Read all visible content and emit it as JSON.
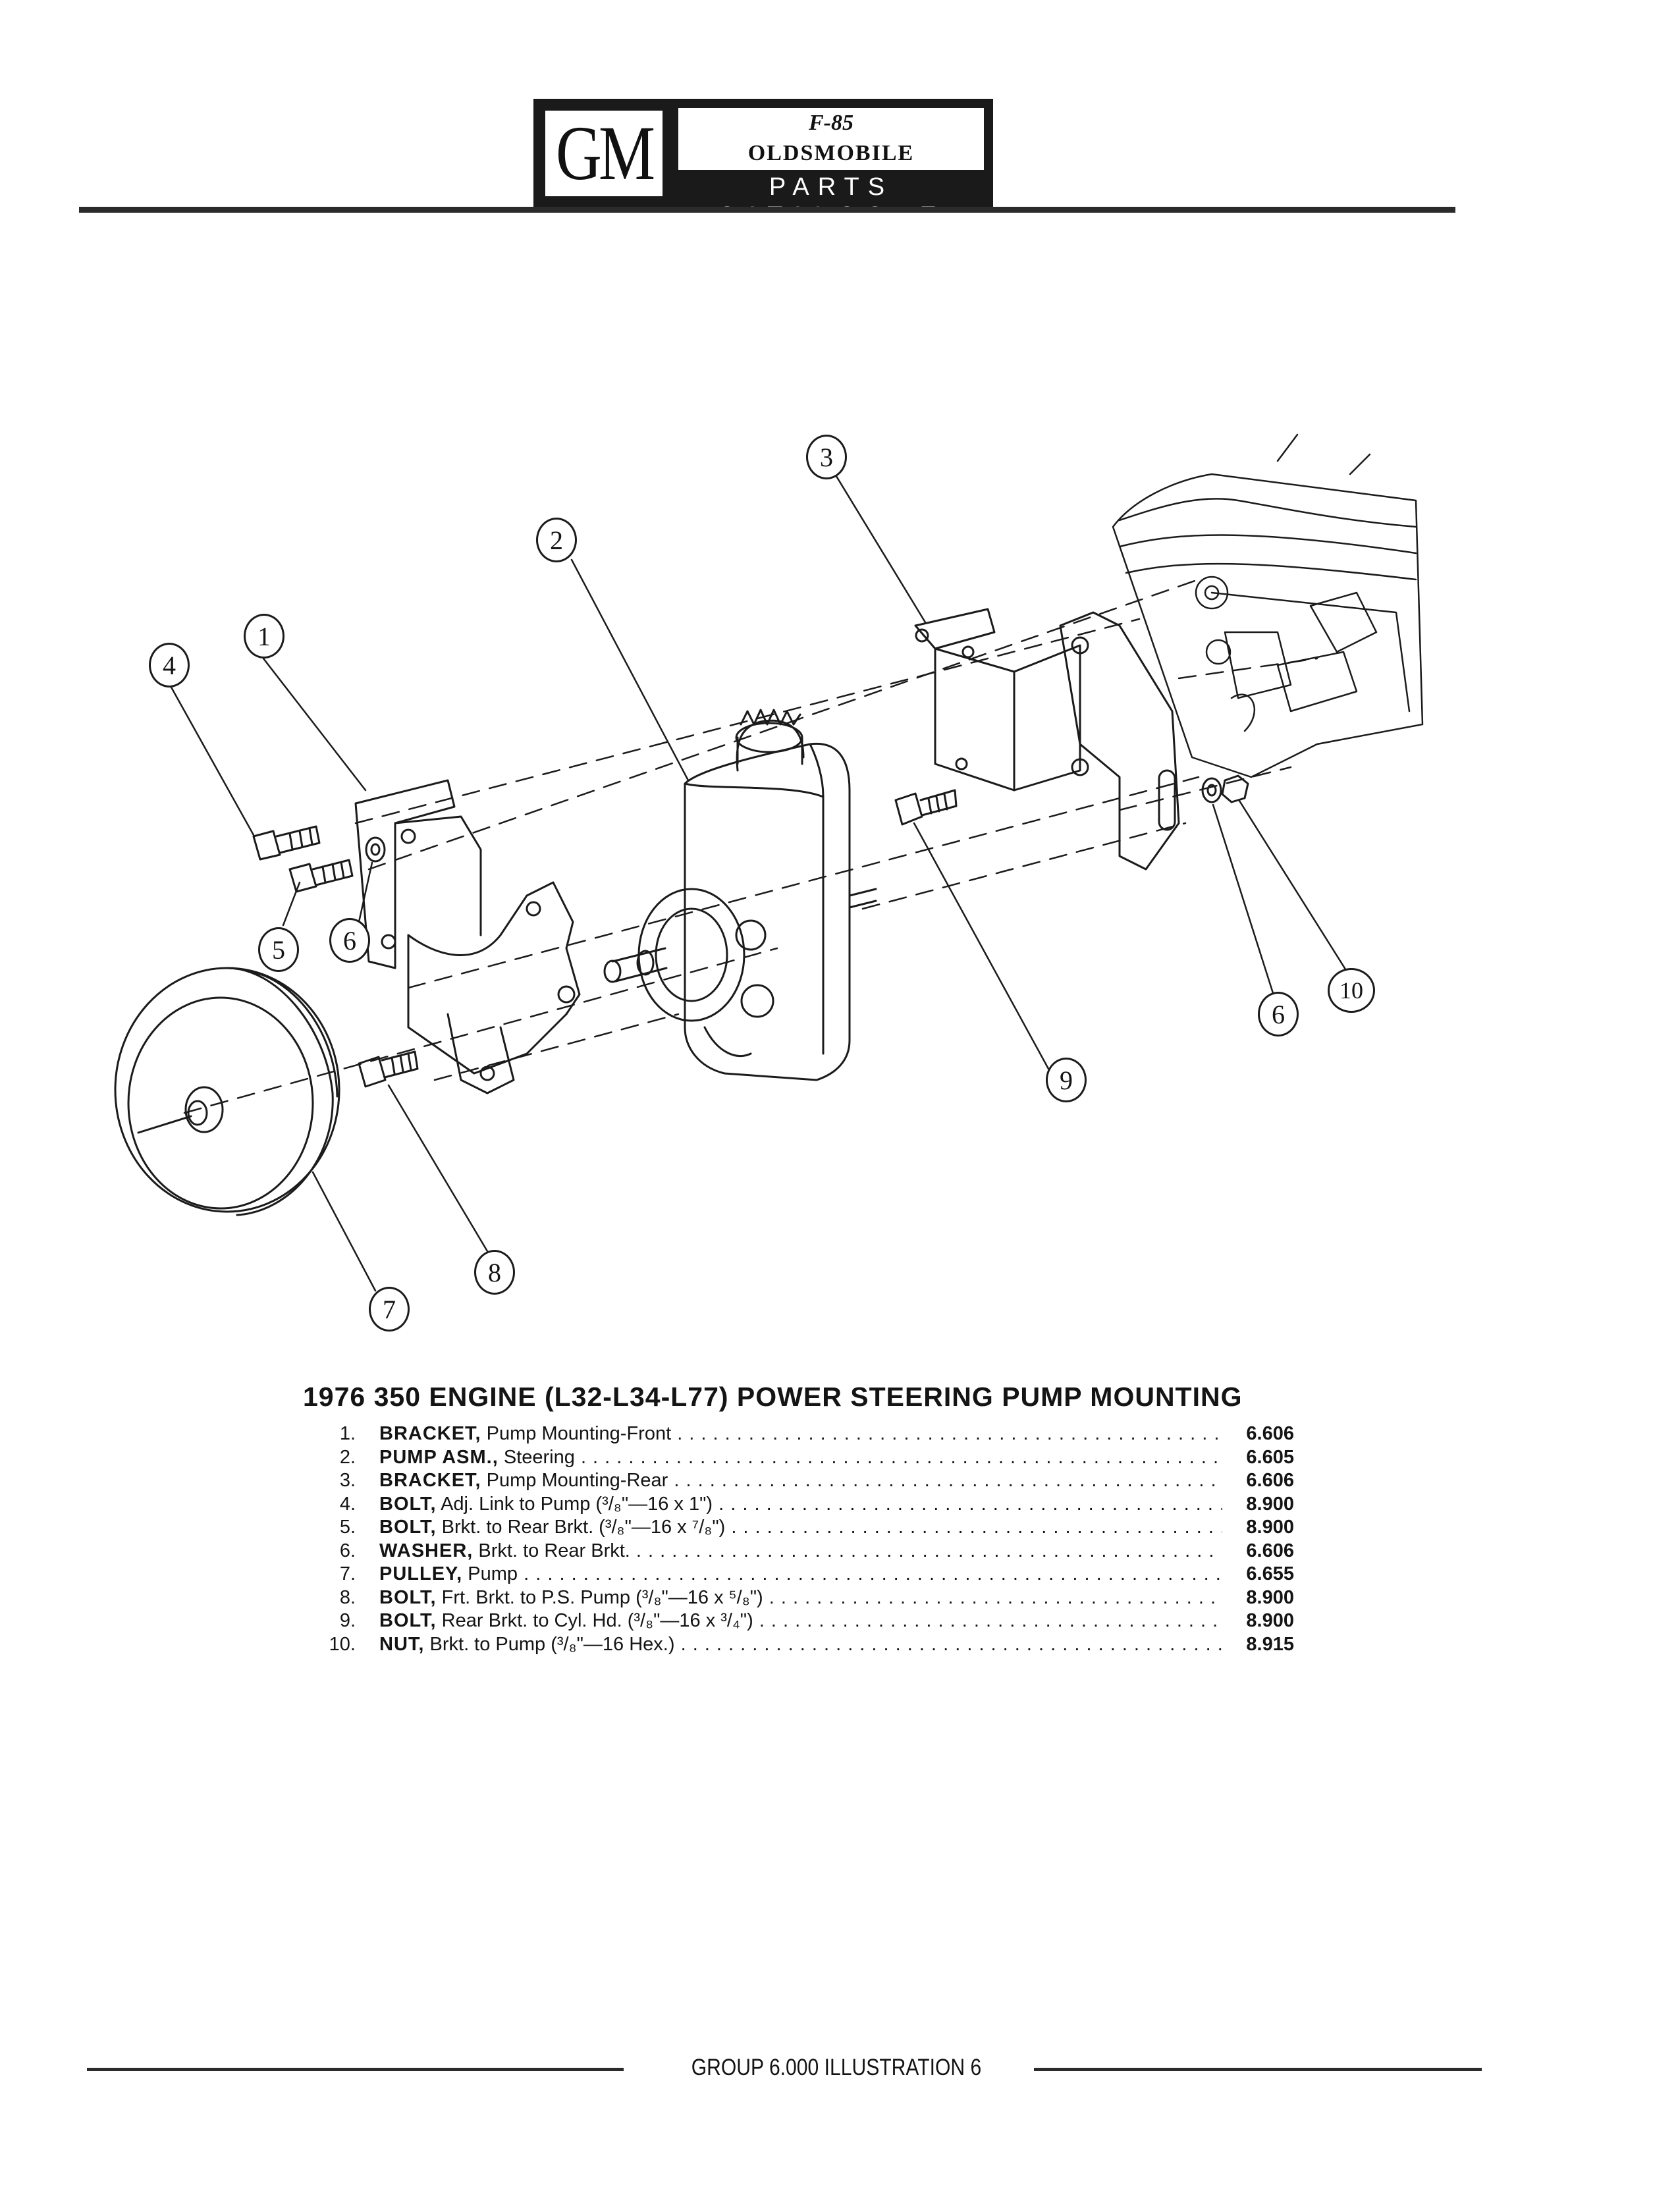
{
  "header": {
    "gm_logo": "GM",
    "badge_script": "F-85",
    "badge_make": "OLDSMOBILE",
    "badge_subtitle": "PARTS CATALOGUE"
  },
  "callouts": [
    "1",
    "2",
    "3",
    "4",
    "5",
    "6",
    "7",
    "8",
    "9",
    "10",
    "6"
  ],
  "title": "1976 350 ENGINE (L32-L34-L77) POWER STEERING PUMP MOUNTING",
  "parts": [
    {
      "num": "1.",
      "name": "BRACKET,",
      "desc": " Pump Mounting-Front",
      "group": "6.606"
    },
    {
      "num": "2.",
      "name": "PUMP ASM.,",
      "desc": " Steering",
      "group": "6.605"
    },
    {
      "num": "3.",
      "name": "BRACKET,",
      "desc": " Pump Mounting-Rear",
      "group": "6.606"
    },
    {
      "num": "4.",
      "name": "BOLT,",
      "desc": " Adj. Link to Pump (³/₈\"—16 x 1\")",
      "group": "8.900"
    },
    {
      "num": "5.",
      "name": "BOLT,",
      "desc": " Brkt. to Rear Brkt. (³/₈\"—16 x ⁷/₈\")",
      "group": "8.900"
    },
    {
      "num": "6.",
      "name": "WASHER,",
      "desc": " Brkt. to Rear Brkt.",
      "group": "6.606"
    },
    {
      "num": "7.",
      "name": "PULLEY,",
      "desc": " Pump",
      "group": "6.655"
    },
    {
      "num": "8.",
      "name": "BOLT,",
      "desc": " Frt. Brkt. to P.S. Pump (³/₈\"—16 x ⁵/₈\")",
      "group": "8.900"
    },
    {
      "num": "9.",
      "name": "BOLT,",
      "desc": " Rear Brkt. to Cyl. Hd. (³/₈\"—16 x ³/₄\")",
      "group": "8.900"
    },
    {
      "num": "10.",
      "name": "NUT,",
      "desc": " Brkt. to Pump (³/₈\"—16 Hex.)",
      "group": "8.915"
    }
  ],
  "footer": "GROUP 6.000 ILLUSTRATION 6"
}
